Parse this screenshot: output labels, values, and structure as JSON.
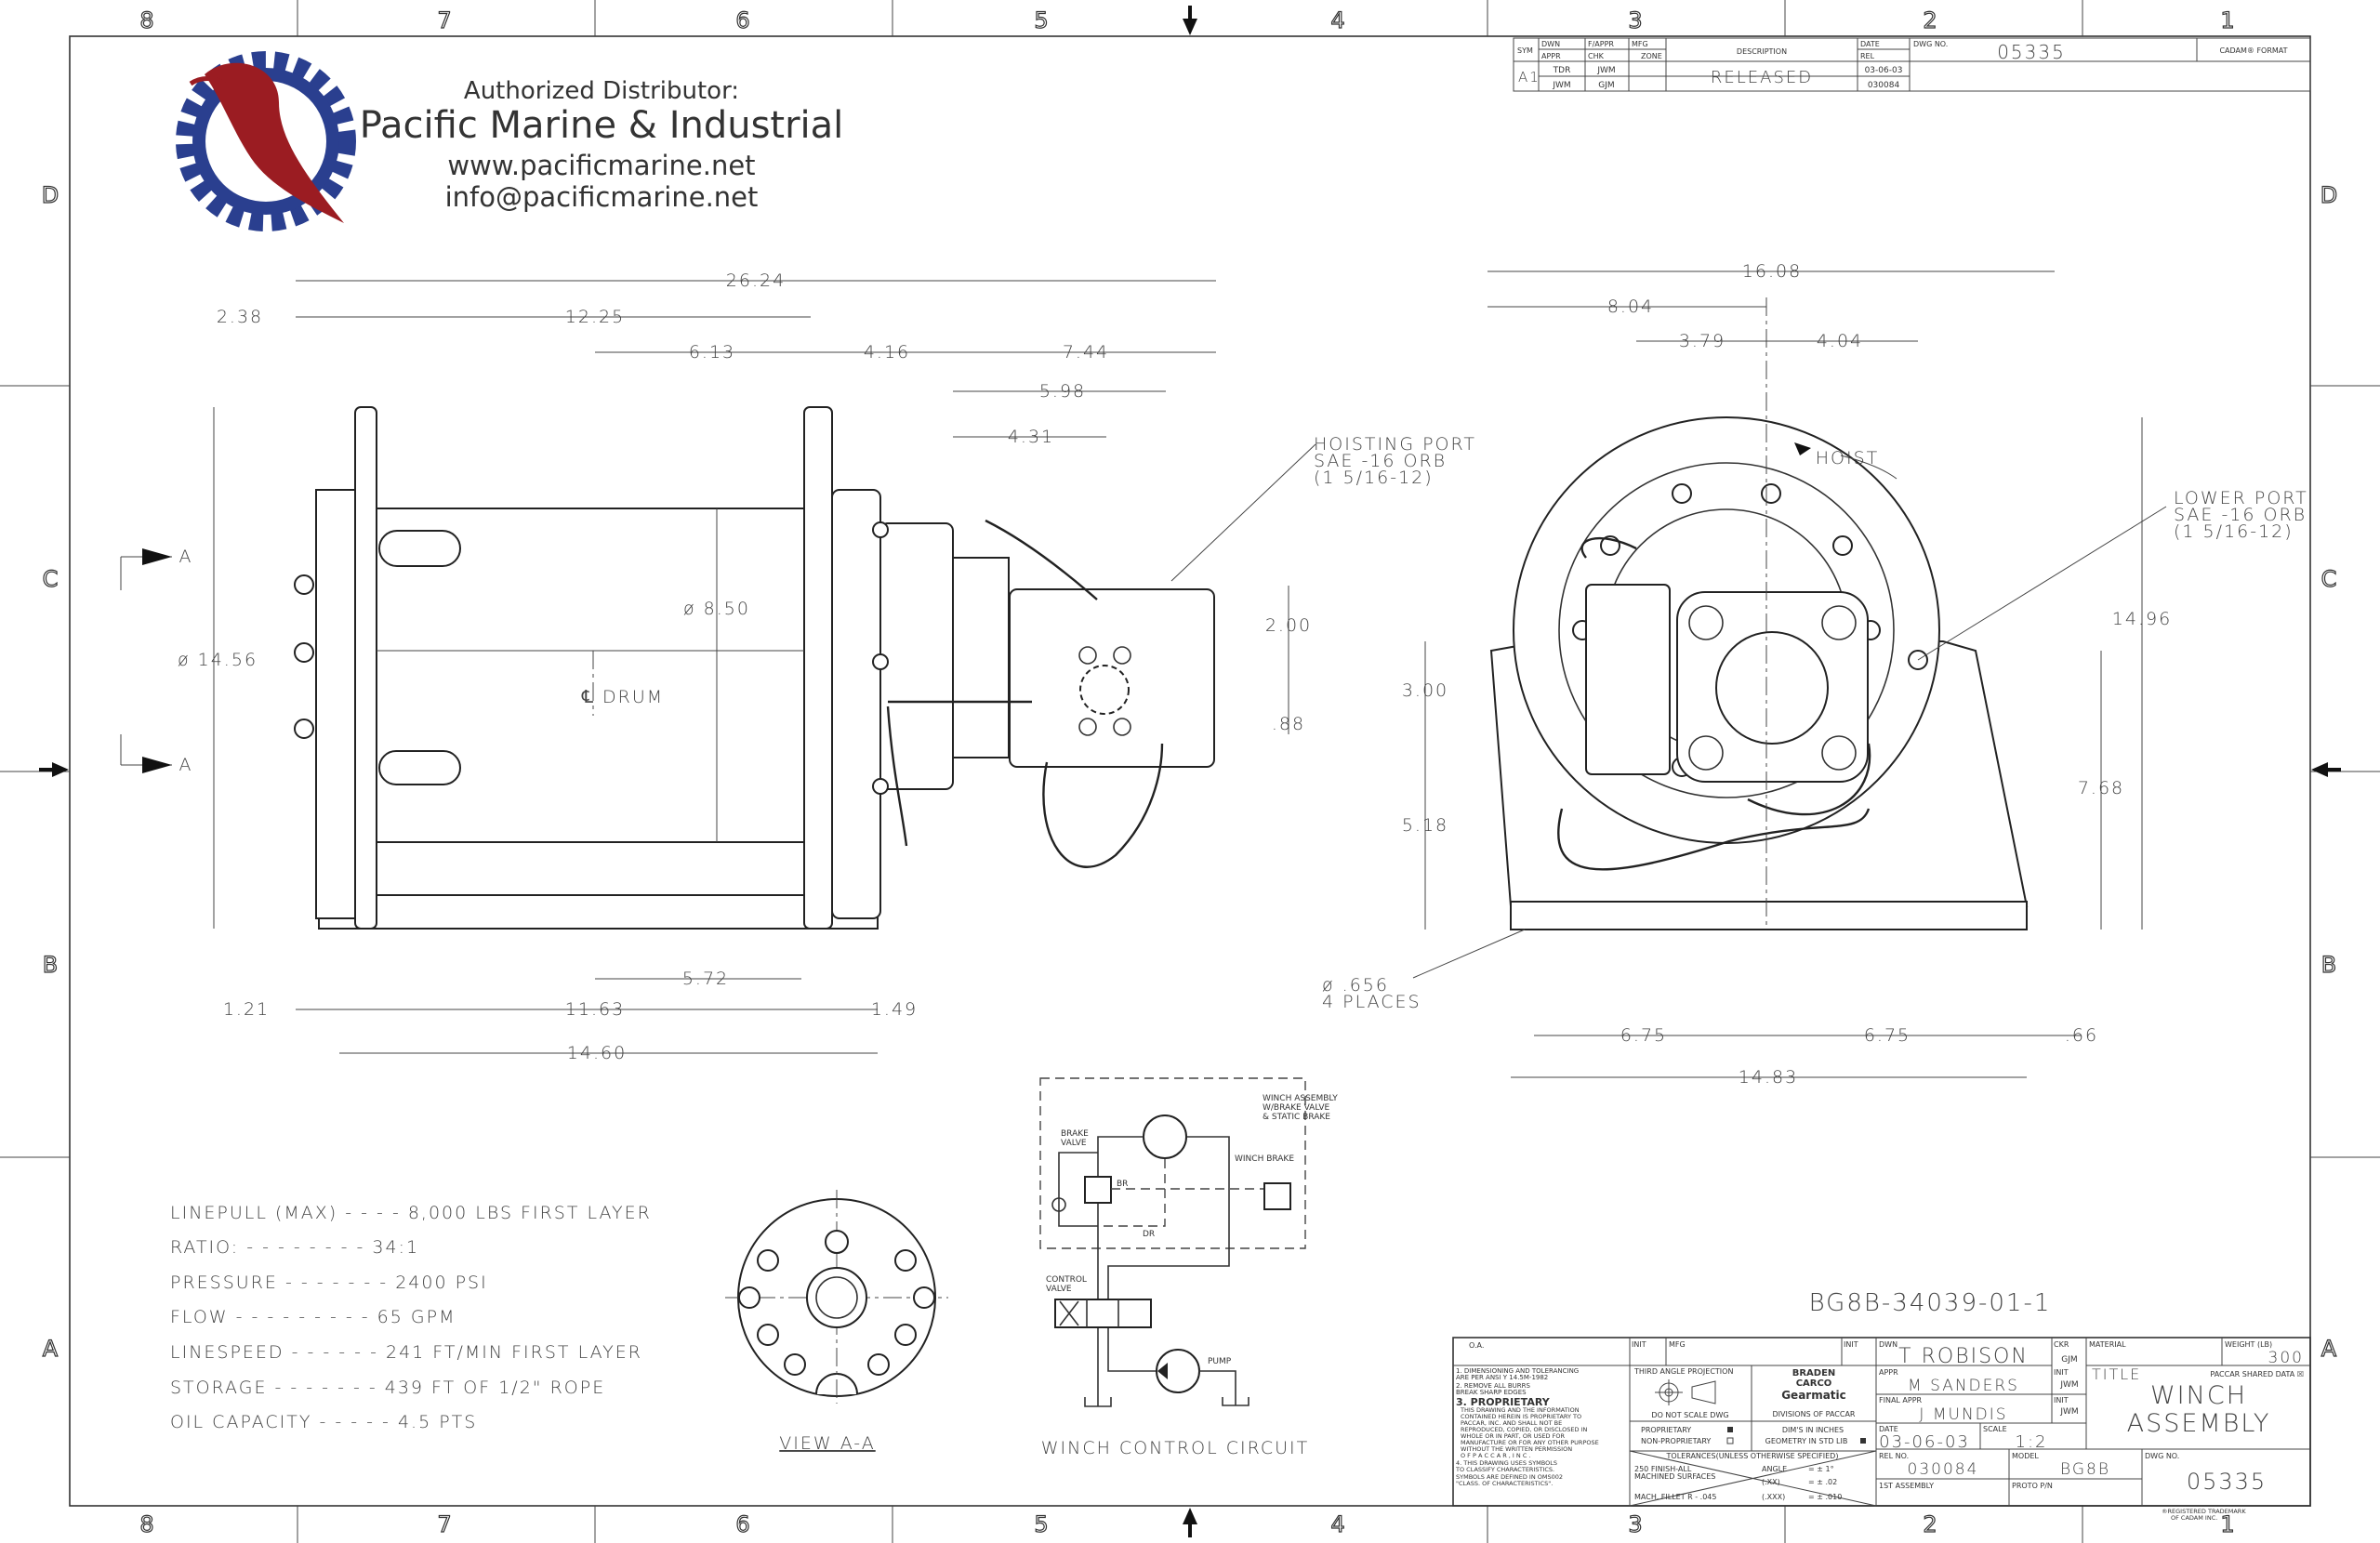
{
  "zones": {
    "columns": [
      "8",
      "7",
      "6",
      "5",
      "4",
      "3",
      "2",
      "1"
    ],
    "rows": [
      "D",
      "C",
      "B",
      "A"
    ]
  },
  "distributor": {
    "line1": "Authorized Distributor:",
    "name": "Pacific Marine & Industrial",
    "web": "www.pacificmarine.net",
    "email": "info@pacificmarine.net"
  },
  "revision": {
    "h_sym": "SYM",
    "h_dwn": "DWN",
    "h_f_appr": "F/APPR",
    "h_mfg": "MFG",
    "h_appr": "APPR",
    "h_chk": "CHK",
    "h_zone": "ZONE",
    "h_description": "DESCRIPTION",
    "h_date": "DATE",
    "h_rel": "REL",
    "h_dwg_no": "DWG NO.",
    "format": "CADAM® FORMAT",
    "sym": "A1",
    "dwn": "TDR",
    "f_appr": "JWM",
    "appr": "JWM",
    "chk": "GJM",
    "description": "RELEASED",
    "date": "03-06-03",
    "rel": "030084",
    "dwg_no": "05335"
  },
  "side_view": {
    "dims": [
      "26.24",
      "2.38",
      "12.25",
      "6.13",
      "4.16",
      "7.44",
      "5.98",
      "4.31",
      "ø 8.50",
      "ø 14.56",
      "2.00",
      ".88",
      "5.72",
      "1.21",
      "11.63",
      "1.49",
      "14.60"
    ],
    "drum_label": "℄ DRUM",
    "section_marker": "A",
    "hoisting_port": [
      "HOISTING PORT",
      "SAE -16 ORB",
      "(1 5/16-12)"
    ]
  },
  "front_view": {
    "dims": [
      "16.08",
      "8.04",
      "3.79",
      "4.04",
      "14.96",
      "3.00",
      "7.68",
      "5.18",
      "6.75",
      "6.75",
      ".66",
      "14.83"
    ],
    "hoist_label": "HOIST",
    "lower_port": [
      "LOWER PORT",
      "SAE -16 ORB",
      "(1 5/16-12)"
    ],
    "hole_note": [
      "ø .656",
      "4 PLACES"
    ]
  },
  "specs": [
    "LINEPULL (MAX) - - - - 8,000 LBS FIRST LAYER",
    "RATIO: - - - - - - - - 34:1",
    "PRESSURE - - - - - - - 2400 PSI",
    "FLOW - - - - - - - - - 65 GPM",
    "LINESPEED  - - - - - - 241 FT/MIN FIRST LAYER",
    "STORAGE  - - - - - - - 439 FT OF 1/2\" ROPE",
    "OIL CAPACITY - - - - - 4.5 PTS"
  ],
  "view_aa": "VIEW A-A",
  "circuit": {
    "title": "WINCH CONTROL CIRCUIT",
    "assembly": [
      "WINCH ASSEMBLY",
      "W/BRAKE VALVE",
      "& STATIC BRAKE"
    ],
    "brake_valve": [
      "BRAKE",
      "VALVE"
    ],
    "winch_brake": "WINCH BRAKE",
    "br": "BR",
    "dr": "DR",
    "control_valve": [
      "CONTROL",
      "VALVE"
    ],
    "pump": "PUMP"
  },
  "part_number": "BG8B-34039-01-1",
  "title_block": {
    "oa": "O.A.",
    "init": "INIT",
    "mfg": "MFG",
    "dwn_label": "DWN",
    "dwn": "T ROBISON",
    "ckr_label": "CKR",
    "ckr": "GJM",
    "material_label": "MATERIAL",
    "weight_label": "WEIGHT (LB)",
    "weight": "300",
    "notes": [
      "1. DIMENSIONING AND TOLERANCING",
      "   ARE PER ANSI Y 14.5M-1982",
      "2. REMOVE ALL BURRS",
      "   BREAK SHARP EDGES",
      "3. PROPRIETARY",
      "THIS DRAWING AND THE INFORMATION",
      "CONTAINED HEREIN IS PROPRIETARY TO",
      "PACCAR, INC. AND SHALL NOT BE",
      "REPRODUCED, COPIED, OR DISCLOSED IN",
      "WHOLE OR IN PART, OR USED FOR",
      "MANUFACTURE OR FOR ANY OTHER PURPOSE",
      "WITHOUT THE WRITTEN PERMISSION",
      "O F   P A C C A R ,   I N C .",
      "4. THIS DRAWING USES SYMBOLS",
      "   TO CLASSIFY CHARACTERISTICS.",
      "   SYMBOLS ARE DEFINED IN OMS002",
      "   \"CLASS. OF CHARACTERISTICS\"."
    ],
    "third_angle": "THIRD ANGLE PROJECTION",
    "do_not_scale": "DO NOT SCALE DWG",
    "brands": [
      "BRADEN",
      "CARCO",
      "Gearmatic"
    ],
    "divisions_of": "DIVISIONS OF PACCAR",
    "proprietary": "PROPRIETARY",
    "non_proprietary": "NON-PROPRIETARY",
    "dims_in_inches": "DIM'S IN INCHES",
    "geometry": "GEOMETRY IN STD LIB",
    "tolerances": "TOLERANCES(UNLESS OTHERWISE SPECIFIED)",
    "finish": [
      "250 FINISH-ALL",
      "MACHINED SURFACES"
    ],
    "fillet": "MACH. FILLET R - .045",
    "angle_label": "ANGLE",
    "angle_val": "= ± 1°",
    "xx_label": "(.XX)",
    "xx_val": "= ± .02",
    "xxx_label": "(.XXX)",
    "xxx_val": "= ± .010",
    "appr_label": "APPR",
    "appr": "M SANDERS",
    "appr_init": "JWM",
    "final_appr_label": "FINAL APPR",
    "final_appr": "J MUNDIS",
    "final_init": "JWM",
    "date_label": "DATE",
    "date": "03-06-03",
    "scale_label": "SCALE",
    "scale": "1:2",
    "title_label": "TITLE",
    "shared": "PACCAR SHARED DATA ☒",
    "title1": "WINCH",
    "title2": "ASSEMBLY",
    "rel_label": "REL NO.",
    "rel": "030084",
    "model_label": "MODEL",
    "model": "BG8B",
    "dwg_label": "DWG NO.",
    "dwg": "05335",
    "first_assembly": "1ST ASSEMBLY",
    "proto": "PROTO P/N",
    "trademark": [
      "®REGISTERED TRADEMARK",
      "OF CADAM INC."
    ]
  },
  "colors": {
    "logo_blue": "#2a3f8f",
    "logo_red": "#9b1c22",
    "ink": "#333333"
  }
}
